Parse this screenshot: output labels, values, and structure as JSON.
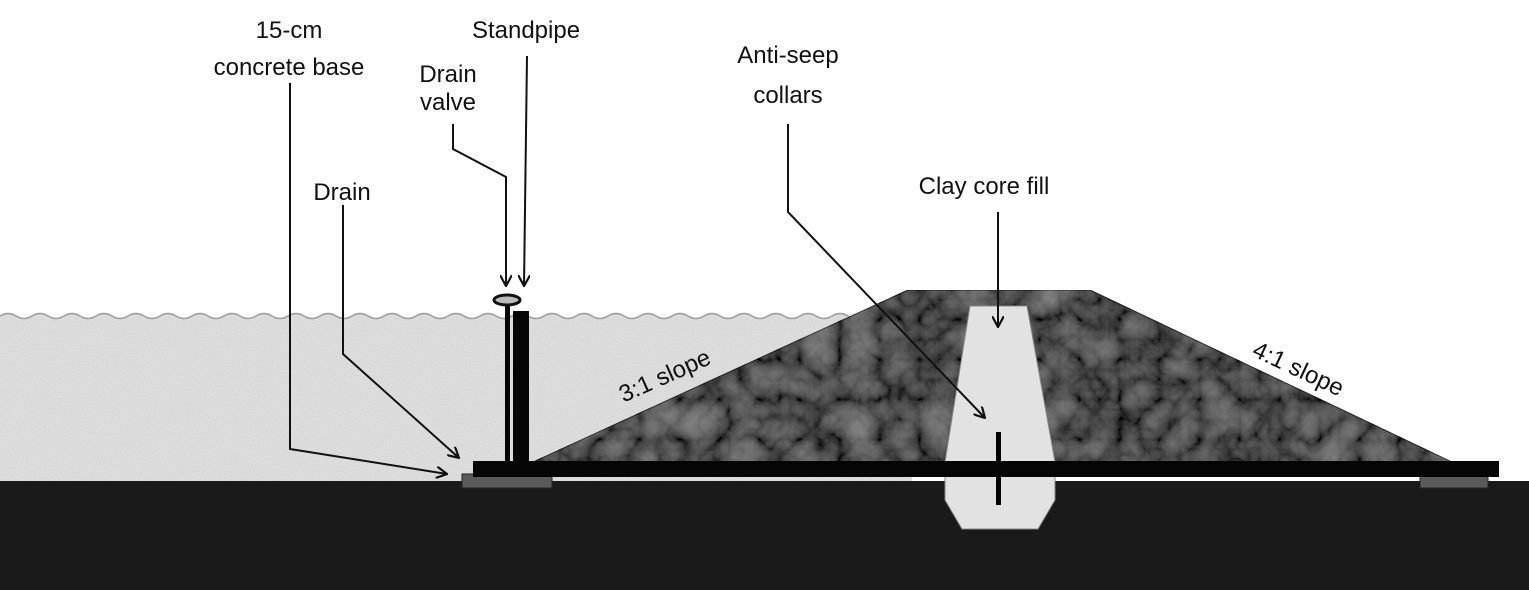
{
  "labels": {
    "concrete_base_line1": "15-cm",
    "concrete_base_line2": "concrete base",
    "standpipe": "Standpipe",
    "drain_valve_line1": "Drain",
    "drain_valve_line2": "valve",
    "drain": "Drain",
    "anti_seep_line1": "Anti-seep",
    "anti_seep_line2": "collars",
    "clay_core": "Clay core fill",
    "slope_left": "3:1 slope",
    "slope_right": "4:1 slope"
  },
  "colors": {
    "ground": "#1a1a1a",
    "water": "#e4e4e4",
    "embankment": "#7e7e7e",
    "clay_core": "#e2e2e2",
    "pipe": "#050505",
    "concrete_base": "#5a5a5a",
    "line": "#111111"
  }
}
